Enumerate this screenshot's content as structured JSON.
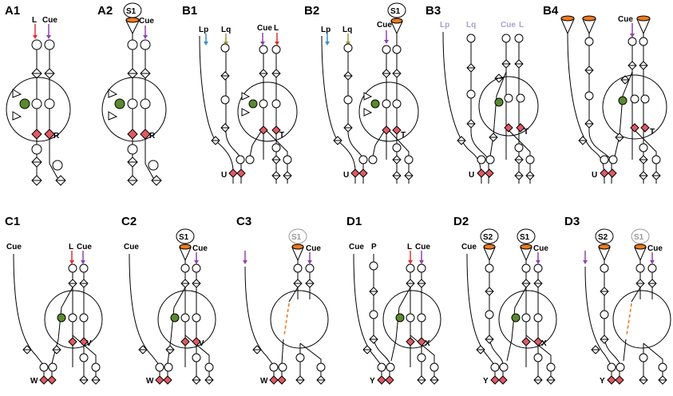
{
  "colors": {
    "red": "#e0322d",
    "purple": "#8e44ad",
    "blue": "#3a8fc4",
    "olive": "#9a9a3a",
    "orange": "#f07a1f",
    "green": "#5a8a2f",
    "pink": "#e05a63",
    "faded": "#a99fd0"
  },
  "panels": {
    "A1": {
      "label": "A1",
      "l": "L",
      "cue": "Cue",
      "r": "R"
    },
    "A2": {
      "label": "A2",
      "s": "S1",
      "cue": "Cue",
      "r": "R"
    },
    "B1": {
      "label": "B1",
      "lp": "Lp",
      "lq": "Lq",
      "cue": "Cue",
      "l": "L",
      "t": "T",
      "u": "U"
    },
    "B2": {
      "label": "B2",
      "lp": "Lp",
      "lq": "Lq",
      "cue": "Cue",
      "s": "S1",
      "t": "T",
      "u": "U"
    },
    "B3": {
      "label": "B3",
      "lp": "Lp",
      "lq": "Lq",
      "cue": "Cue",
      "l": "L",
      "t": "T",
      "u": "U"
    },
    "B4": {
      "label": "B4",
      "cue": "Cue",
      "t": "T",
      "u": "U"
    },
    "C1": {
      "label": "C1",
      "cueleft": "Cue",
      "l": "L",
      "cue": "Cue",
      "v": "V",
      "w": "W"
    },
    "C2": {
      "label": "C2",
      "cueleft": "Cue",
      "s": "S1",
      "cue": "Cue",
      "v": "V",
      "w": "W"
    },
    "C3": {
      "label": "C3",
      "s": "S1",
      "cue": "Cue",
      "w": "W"
    },
    "D1": {
      "label": "D1",
      "cueleft": "Cue",
      "p": "P",
      "l": "L",
      "cue": "Cue",
      "x": "X",
      "y": "Y"
    },
    "D2": {
      "label": "D2",
      "cueleft": "Cue",
      "s2": "S2",
      "s1": "S1",
      "cue": "Cue",
      "x": "X",
      "y": "Y"
    },
    "D3": {
      "label": "D3",
      "s2": "S2",
      "s1": "S1",
      "cue": "Cue",
      "y": "Y"
    }
  }
}
